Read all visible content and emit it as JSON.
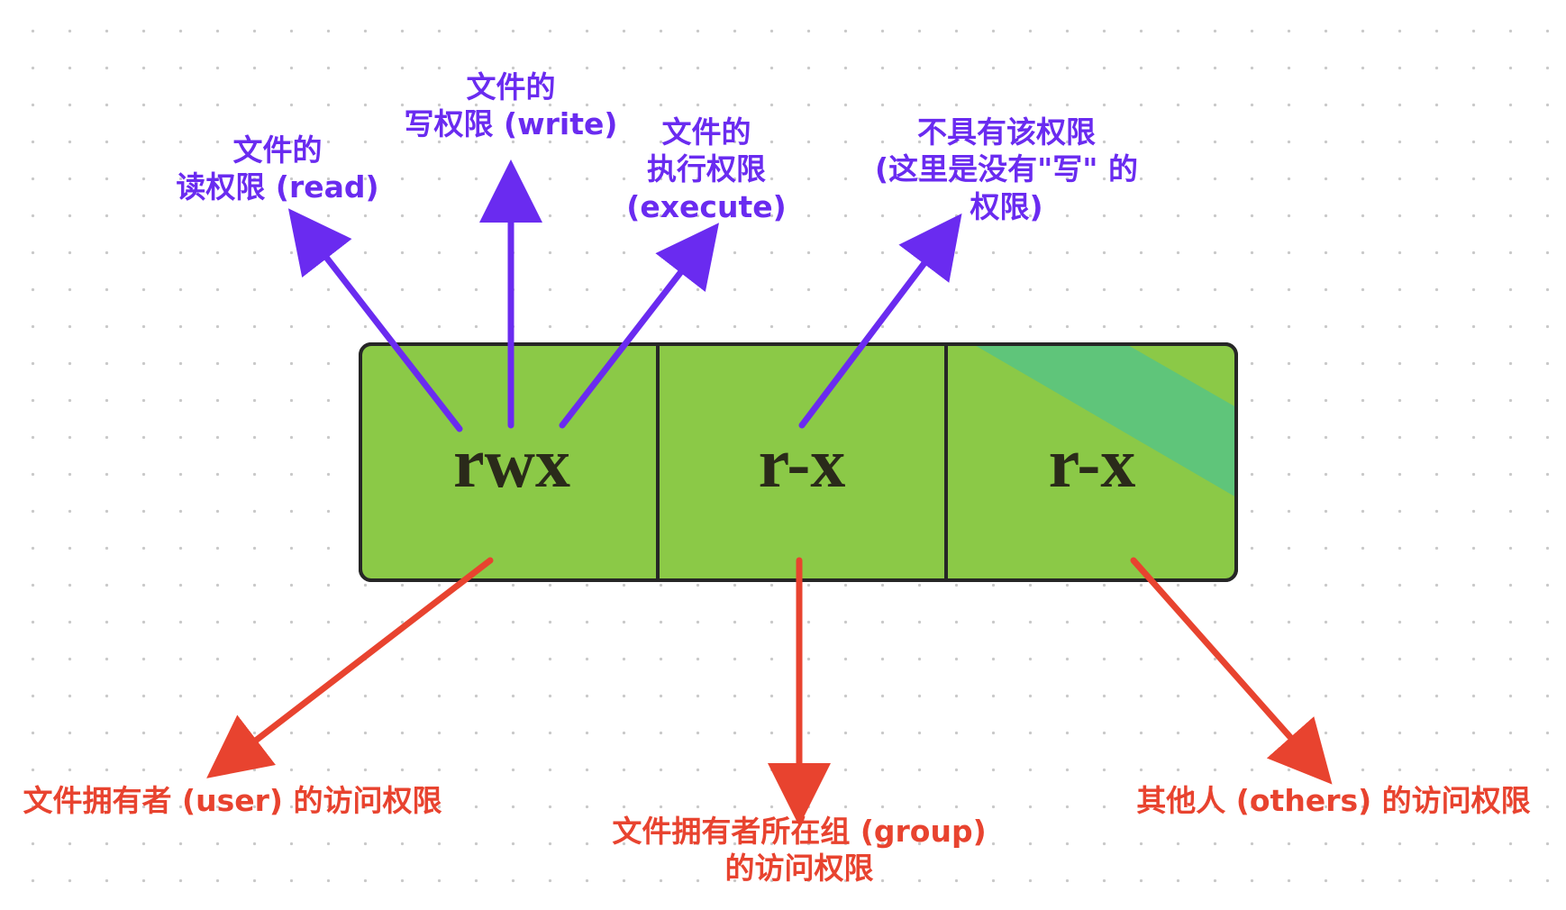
{
  "permission_box": {
    "segments": [
      {
        "id": "user",
        "text": "rwx"
      },
      {
        "id": "group",
        "text": "r-x"
      },
      {
        "id": "others",
        "text": "r-x"
      }
    ],
    "fill_color": "#8bc947",
    "highlight_color": "#5fc57a",
    "border_color": "#262626"
  },
  "top_labels": {
    "read": {
      "line1": "文件的",
      "line2": "读权限 (read)"
    },
    "write": {
      "line1": "文件的",
      "line2": "写权限 (write)"
    },
    "execute": {
      "line1": "文件的",
      "line2": "执行权限",
      "line3": "(execute)"
    },
    "no_permission": {
      "line1": "不具有该权限",
      "line2": "(这里是没有\"写\" 的",
      "line3": "权限)"
    }
  },
  "bottom_labels": {
    "user": {
      "line1": "文件拥有者 (user) 的访问权限"
    },
    "group": {
      "line1": "文件拥有者所在组 (group)",
      "line2": "的访问权限"
    },
    "others": {
      "line1": "其他人 (others) 的访问权限"
    }
  },
  "colors": {
    "top_arrow": "#6a2bf0",
    "bottom_arrow": "#e8432f"
  }
}
